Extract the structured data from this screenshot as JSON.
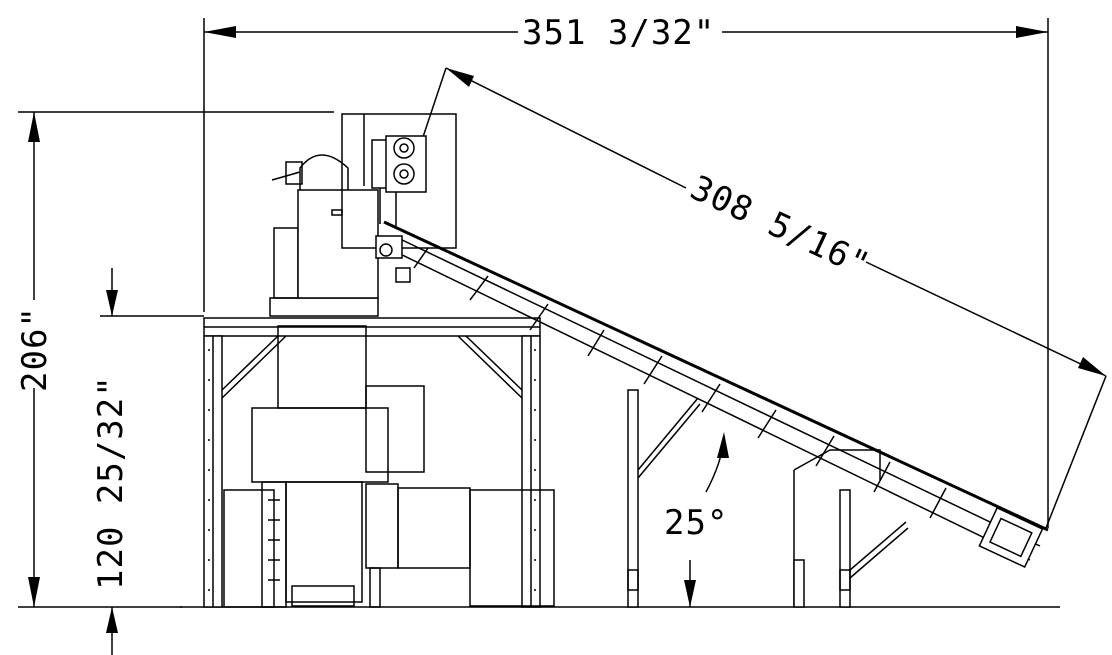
{
  "dimensions": {
    "overall_width": "351 3/32\"",
    "conveyor_length": "308 5/16\"",
    "overall_height": "206\"",
    "platform_height": "120 25/32\"",
    "incline_angle": "25°"
  },
  "colors": {
    "line": "#000000",
    "background": "#ffffff"
  }
}
